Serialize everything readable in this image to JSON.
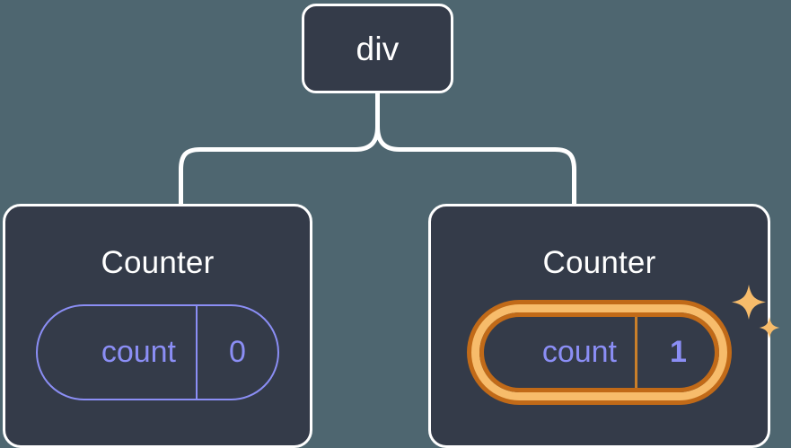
{
  "diagram": {
    "title": "React component tree with highlighted state update",
    "background_color": "#4e6670",
    "node_fill": "#343b49",
    "node_border": "#ffffff",
    "accent_purple": "#8b8ef5",
    "highlight_orange_light": "#f7bc6b",
    "highlight_orange_dark": "#c16a18",
    "connector_color": "#ffffff"
  },
  "root": {
    "label": "div"
  },
  "children": [
    {
      "title": "Counter",
      "state": {
        "key": "count",
        "value": "0"
      },
      "highlighted": false
    },
    {
      "title": "Counter",
      "state": {
        "key": "count",
        "value": "1"
      },
      "highlighted": true,
      "sparkle_icons": [
        "sparkle-large",
        "sparkle-small"
      ]
    }
  ]
}
